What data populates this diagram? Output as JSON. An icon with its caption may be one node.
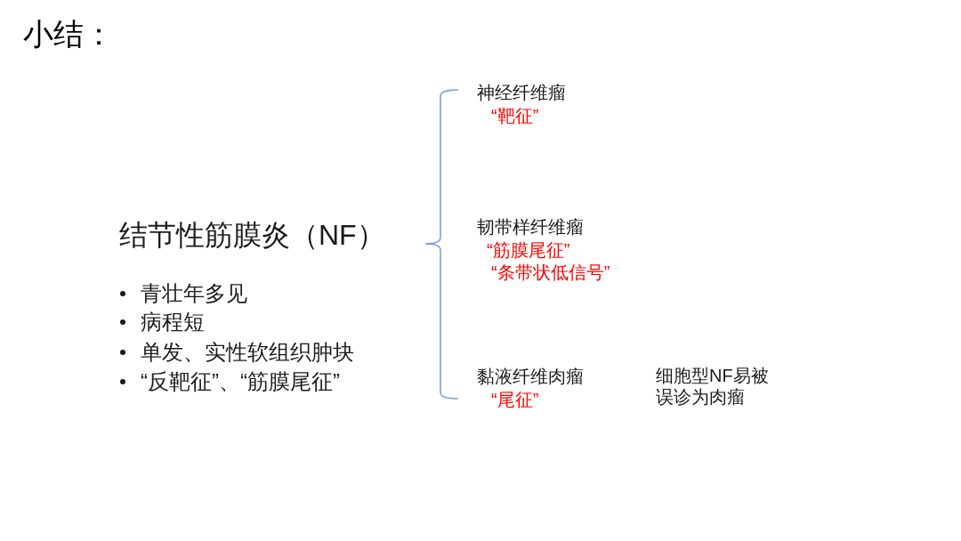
{
  "diagram": {
    "title": "小结：",
    "labels": [
      "结节性筋膜炎（NF）",
      "青壮年多见",
      "病程短",
      "单发、实性软组织肿块",
      "“反靶征”、“筋膜尾征”",
      "神经纤维瘤",
      "“靶征”",
      "韧带样纤维瘤",
      "“筋膜尾征”",
      "“条带状低信号”",
      "黏液纤维肉瘤",
      "“尾征”",
      "细胞型NF易被误诊为肉瘤"
    ]
  }
}
